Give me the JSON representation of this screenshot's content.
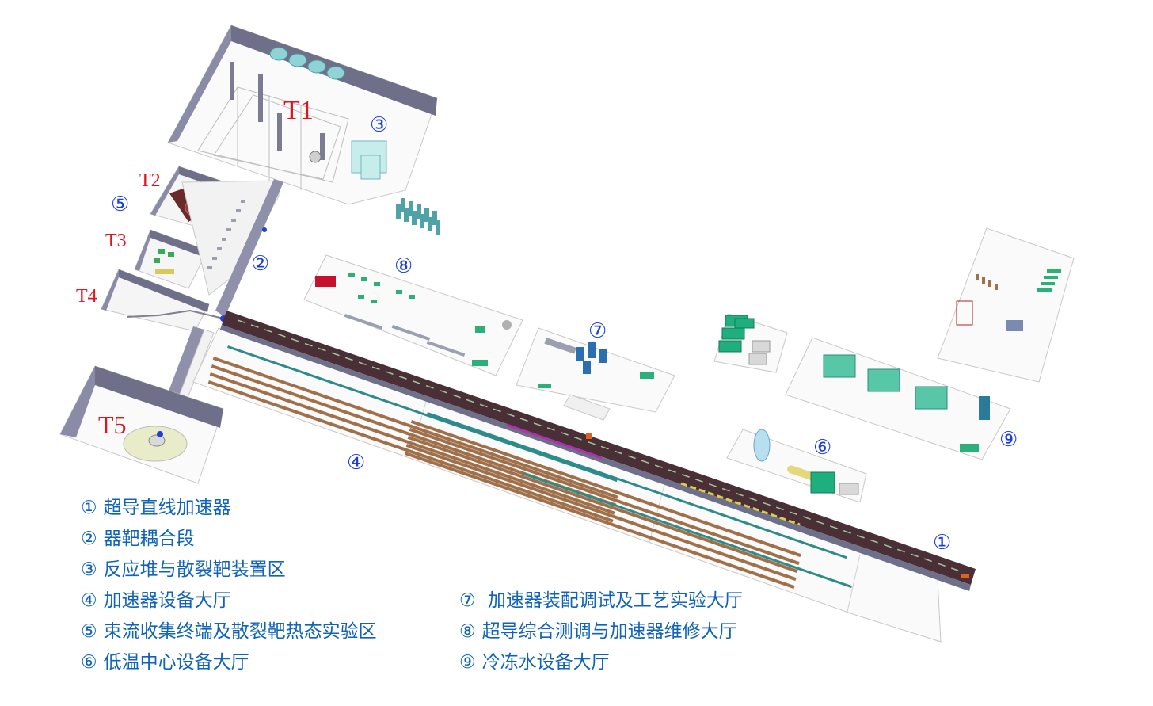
{
  "zones": {
    "z1": "①",
    "z2": "②",
    "z3": "③",
    "z4": "④",
    "z5": "⑤",
    "z6": "⑥",
    "z7": "⑦",
    "z8": "⑧",
    "z9": "⑨"
  },
  "targets": {
    "t1": "T1",
    "t2": "T2",
    "t3": "T3",
    "t4": "T4",
    "t5": "T5"
  },
  "legend": [
    {
      "num": "①",
      "text": "超导直线加速器"
    },
    {
      "num": "②",
      "text": "器靶耦合段"
    },
    {
      "num": "③",
      "text": "反应堆与散裂靶装置区"
    },
    {
      "num": "④",
      "text": "加速器设备大厅"
    },
    {
      "num": "⑤",
      "text": "束流收集终端及散裂靶热态实验区"
    },
    {
      "num": "⑥",
      "text": "低温中心设备大厅"
    },
    {
      "num": "⑦",
      "text": " 加速器装配调试及工艺实验大厅"
    },
    {
      "num": "⑧",
      "text": "超导综合测调与加速器维修大厅"
    },
    {
      "num": "⑨",
      "text": "冷冻水设备大厅"
    }
  ],
  "colors": {
    "wall": "#6e6f88",
    "wall_light": "#9a9bb4",
    "floor": "#fafafa",
    "floor_line": "#c8c8c8",
    "linac": "#4a3036",
    "module_brown": "#a0704a",
    "module_teal": "#2e8b8b",
    "equip_green": "#2bb07a",
    "equip_red": "#c8102e",
    "label_blue": "#1a3fd6",
    "label_red": "#e0141e",
    "legend_blue": "#0f63b8"
  }
}
